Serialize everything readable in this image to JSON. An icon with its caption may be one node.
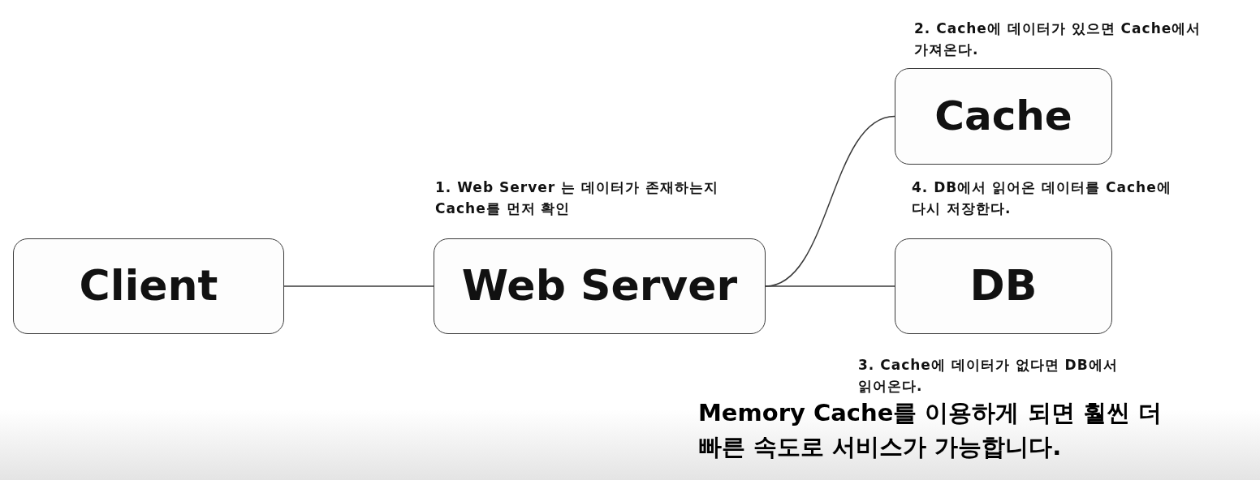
{
  "diagram": {
    "caption": "Memory Cache를 이용하게 되면 훨씬 더 빠른 속도로 서비스가 가능합니다.",
    "nodes": [
      {
        "text": [
          "Client"
        ]
      },
      {
        "text": [
          "Web Server"
        ]
      },
      {
        "text": [
          "Cache"
        ]
      },
      {
        "text": [
          "DB"
        ]
      }
    ],
    "edges": [
      {
        "from": 0,
        "to": 1,
        "arrow": "none"
      },
      {
        "from": 1,
        "to": 2,
        "arrow": "none"
      },
      {
        "from": 1,
        "to": 3,
        "arrow": "none"
      }
    ],
    "labels": [
      "2. Cache에 데이터가 있으면 Cache에서 가져온다.",
      "1. Web Server 는 데이터가 존재하는지 Cache를 먼저 확인",
      "4. DB에서 읽어온 데이터를 Cache에 다시 저장한다.",
      "3. Cache에 데이터가 없다면 DB에서 읽어온다."
    ]
  }
}
